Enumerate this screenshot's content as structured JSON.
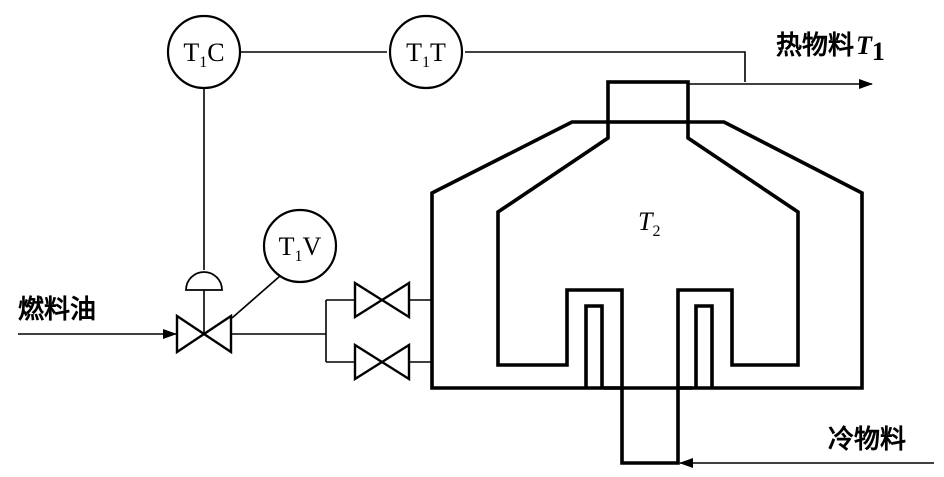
{
  "instruments": {
    "controller": {
      "main": "T",
      "sub": "1",
      "suffix": "C"
    },
    "transmitter": {
      "main": "T",
      "sub": "1",
      "suffix": "T"
    },
    "valve_tag": {
      "main": "T",
      "sub": "1",
      "suffix": "V"
    }
  },
  "streams": {
    "hot_product": {
      "label": "热物料",
      "var": "T",
      "sub": "1"
    },
    "fuel": {
      "label": "燃料油"
    },
    "cold_feed": {
      "label": "冷物料"
    }
  },
  "furnace": {
    "var": "T",
    "sub": "2"
  }
}
